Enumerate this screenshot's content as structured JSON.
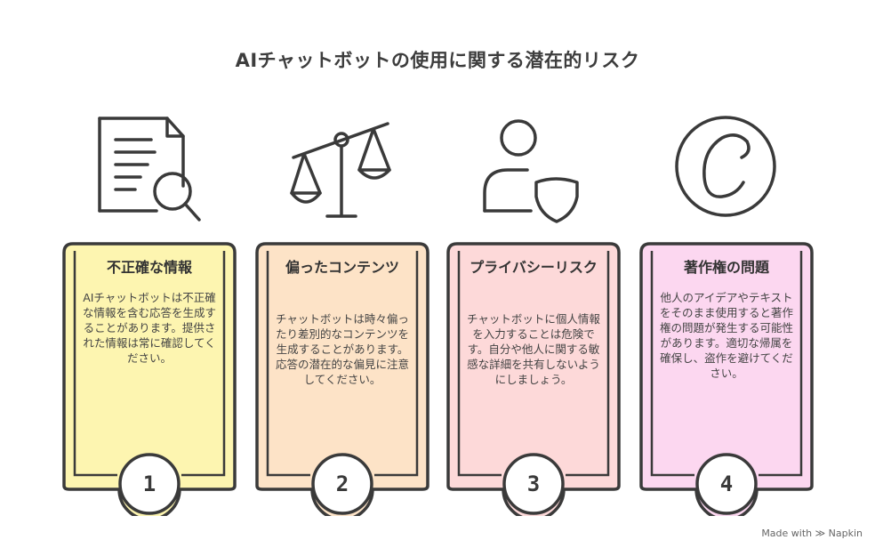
{
  "title": "AIチャットボットの使用に関する潜在的リスク",
  "cards": [
    {
      "number": "1",
      "title": "不正確な情報",
      "body": "AIチャットボットは不正確な情報を含む応答を生成することがあります。提供された情報は常に確認してください。",
      "fill": "#fdf5b0",
      "icon": "document-search-icon"
    },
    {
      "number": "2",
      "title": "偏ったコンテンツ",
      "body": "チャットボットは時々偏ったり差別的なコンテンツを生成することがあります。応答の潜在的な偏見に注意してください。",
      "fill": "#fde3c7",
      "icon": "balance-scale-icon"
    },
    {
      "number": "3",
      "title": "プライバシーリスク",
      "body": "チャットボットに個人情報を入力することは危険です。自分や他人に関する敏感な詳細を共有しないようにしましょう。",
      "fill": "#fdd9d9",
      "icon": "user-shield-icon"
    },
    {
      "number": "4",
      "title": "著作権の問題",
      "body": "他人のアイデアやテキストをそのまま使用すると著作権の問題が発生する可能性があります。適切な帰属を確保し、盗作を避けてください。",
      "fill": "#fcd7f0",
      "icon": "copyright-icon"
    }
  ],
  "footer": "Made with ≫ Napkin"
}
